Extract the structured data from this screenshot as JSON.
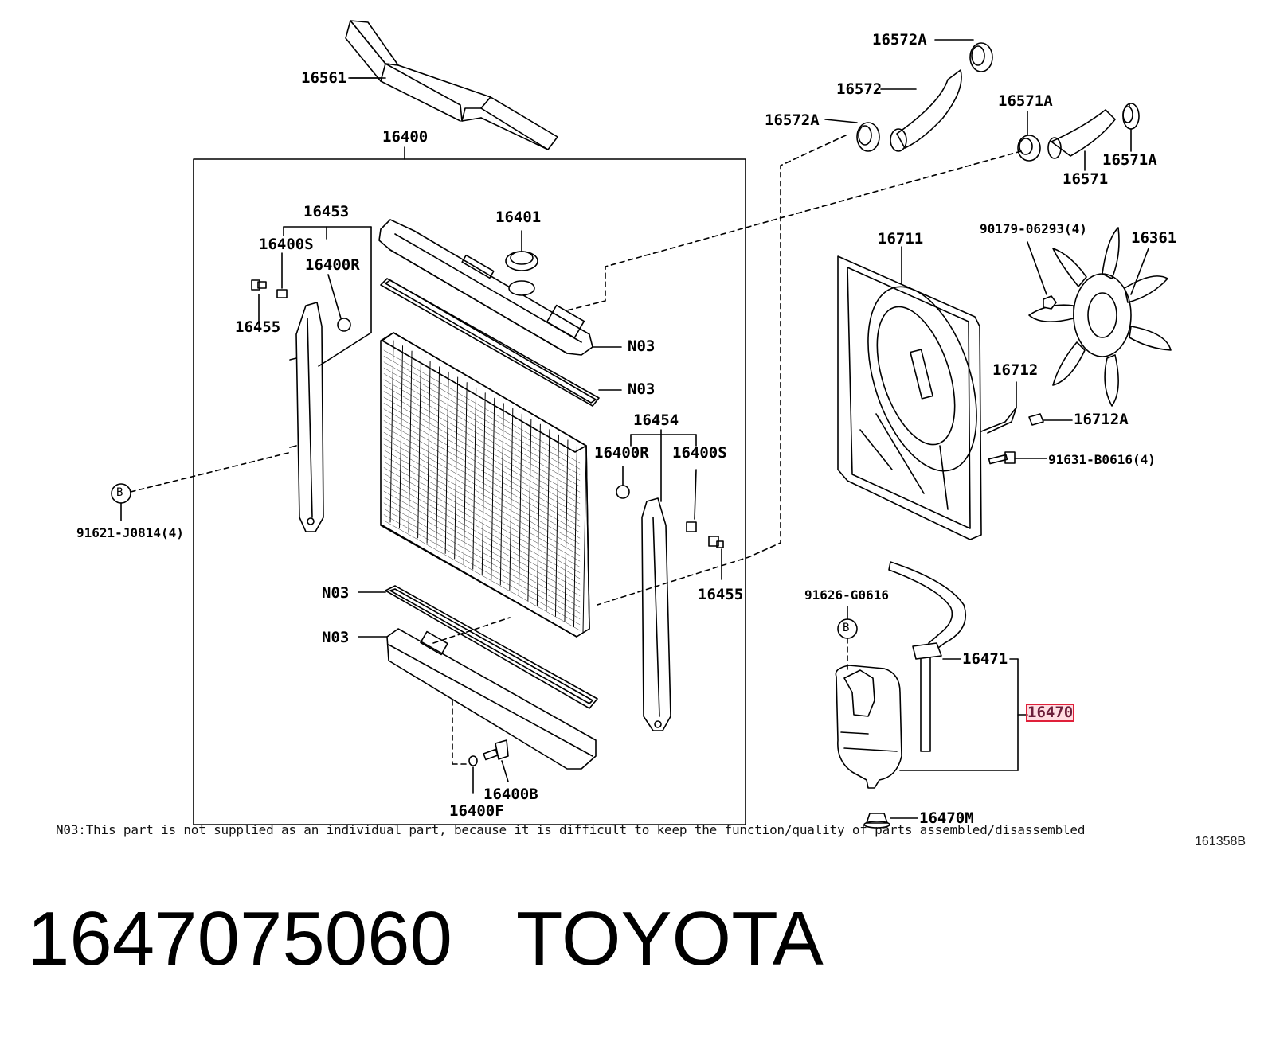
{
  "labels": {
    "p16561": "16561",
    "p16400": "16400",
    "p16453": "16453",
    "p16400s_l": "16400S",
    "p16400r_l": "16400R",
    "p16455_l": "16455",
    "p16401": "16401",
    "n03_a": "N03",
    "n03_b": "N03",
    "n03_c": "N03",
    "n03_d": "N03",
    "p16454": "16454",
    "p16400r_r": "16400R",
    "p16400s_r": "16400S",
    "p16455_r": "16455",
    "p91621": "91621-J0814(4)",
    "b_left": "B",
    "p16400b": "16400B",
    "p16400f": "16400F",
    "p16572a_top": "16572A",
    "p16572": "16572",
    "p16572a_bot": "16572A",
    "p16571a_l": "16571A",
    "p16571a_r": "16571A",
    "p16571": "16571",
    "p16711": "16711",
    "p90179": "90179-06293(4)",
    "p16361": "16361",
    "p16712": "16712",
    "p16712a": "16712A",
    "p91631": "91631-B0616(4)",
    "p91626": "91626-G0616",
    "b_right": "B",
    "p16471": "16471",
    "p16470": "16470",
    "p16470m": "16470M"
  },
  "note": "N03:This part is not supplied as an individual part, because it is difficult to keep the function/quality of parts assembled/disassembled",
  "diagram_code": "161358B",
  "footer": {
    "part_number": "1647075060",
    "brand": "TOYOTA"
  },
  "colors": {
    "highlight": "#e0203a"
  }
}
